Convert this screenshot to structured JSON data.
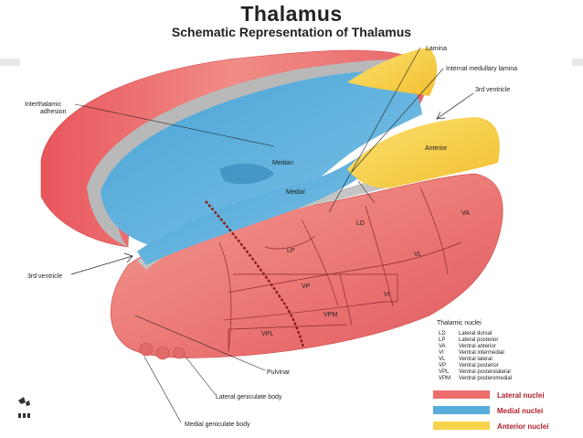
{
  "title": "Thalamus",
  "subtitle": "Schematic Representation of Thalamus",
  "colors": {
    "lateral": "#ec6d6a",
    "medial": "#57aedb",
    "anterior": "#f8d34a",
    "accent_text": "#b01e2c"
  },
  "labels": {
    "lamina": "Lamina",
    "internal_medullary_lamina": "Internal medullary lamina",
    "third_ventricle_top": "3rd ventricle",
    "interthalamic_adhesion_1": "Interthalamic",
    "interthalamic_adhesion_2": "adhesion",
    "third_ventricle_left": "3rd ventricle",
    "pulvinar": "Pulvinar",
    "lateral_geniculate_body": "Lateral geniculate body",
    "medial_geniculate_body": "Medial geniculate body"
  },
  "nuclei": {
    "median": "Median",
    "medial": "Medial",
    "anterior": "Anterior",
    "ld": "LD",
    "va": "VA",
    "lp": "LP",
    "vl": "VL",
    "vp": "VP",
    "vi": "VI",
    "vpm": "VPM",
    "vpl": "VPL"
  },
  "key": {
    "heading": "Thalamic nuclei",
    "rows": [
      {
        "abbr": "LD",
        "full": "Lateral dorsal"
      },
      {
        "abbr": "LP",
        "full": "Lateral posterior"
      },
      {
        "abbr": "VA",
        "full": "Ventral anterior"
      },
      {
        "abbr": "VI",
        "full": "Ventral intermedial"
      },
      {
        "abbr": "VL",
        "full": "Ventral lateral"
      },
      {
        "abbr": "VP",
        "full": "Ventral posterior"
      },
      {
        "abbr": "VPL",
        "full": "Ventral posterolateral"
      },
      {
        "abbr": "VPM",
        "full": "Ventral posteromedial"
      }
    ]
  },
  "legend": [
    {
      "label": "Lateral nuclei",
      "color": "#ec6d6a"
    },
    {
      "label": "Medial nuclei",
      "color": "#57aedb"
    },
    {
      "label": "Anterior nuclei",
      "color": "#f8d34a"
    }
  ]
}
